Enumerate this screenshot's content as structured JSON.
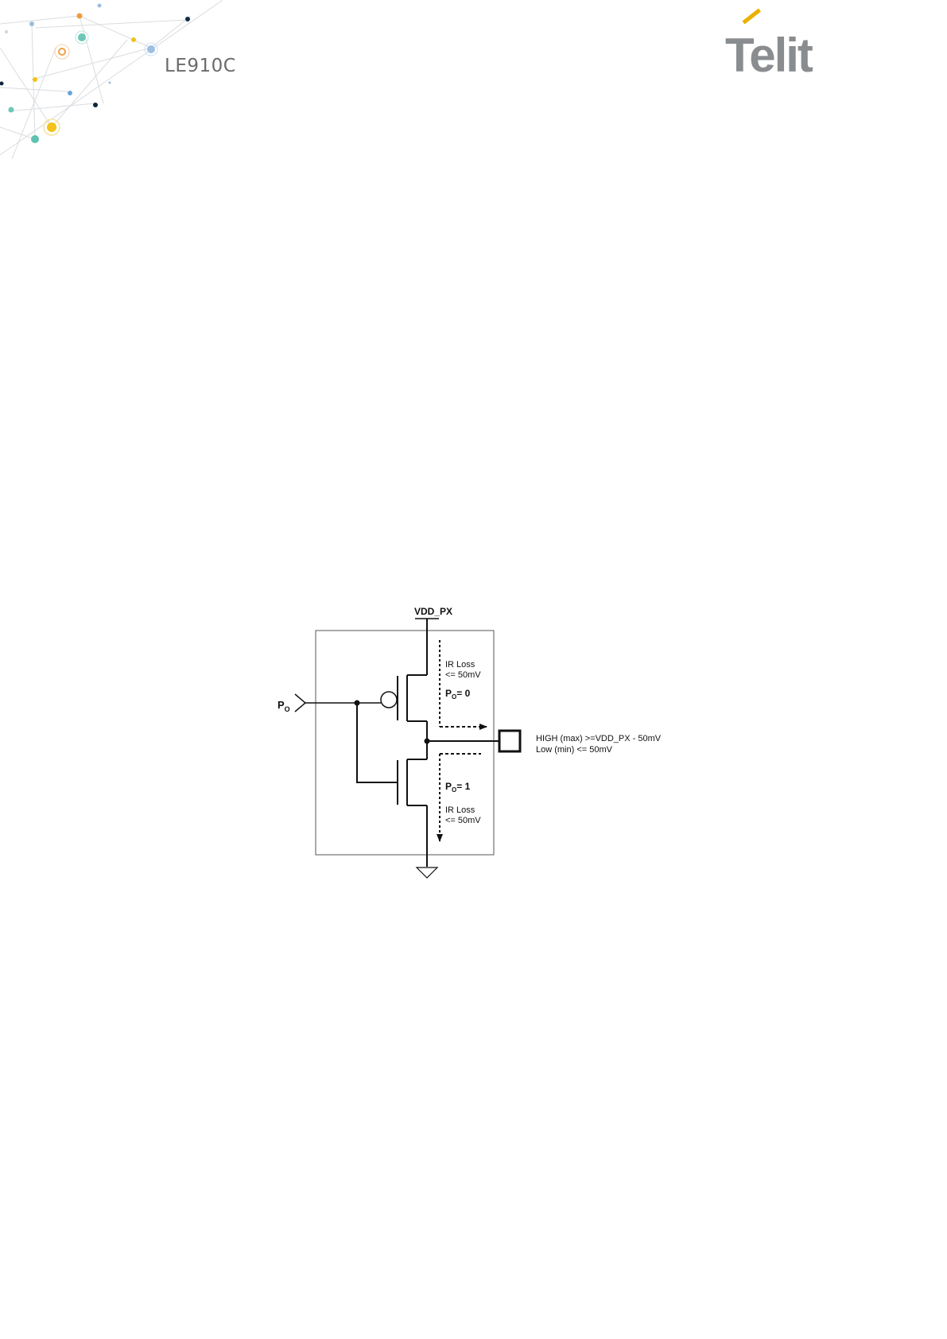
{
  "header": {
    "doc_title": "LE910Cx",
    "brand": "Telit"
  },
  "diagram": {
    "supply_label": "VDD_PX",
    "input_label_main": "P",
    "input_label_sub": "O",
    "upper_note_line1": "IR Loss",
    "upper_note_line2": "<= 50mV",
    "upper_state_main": "P",
    "upper_state_sub": "O",
    "upper_state_value": "= 0",
    "lower_state_main": "P",
    "lower_state_sub": "O",
    "lower_state_value": "= 1",
    "lower_note_line1": "IR Loss",
    "lower_note_line2": "<= 50mV",
    "output_high": "HIGH (max) >=VDD_PX - 50mV",
    "output_low": "Low (min) <= 50mV"
  }
}
